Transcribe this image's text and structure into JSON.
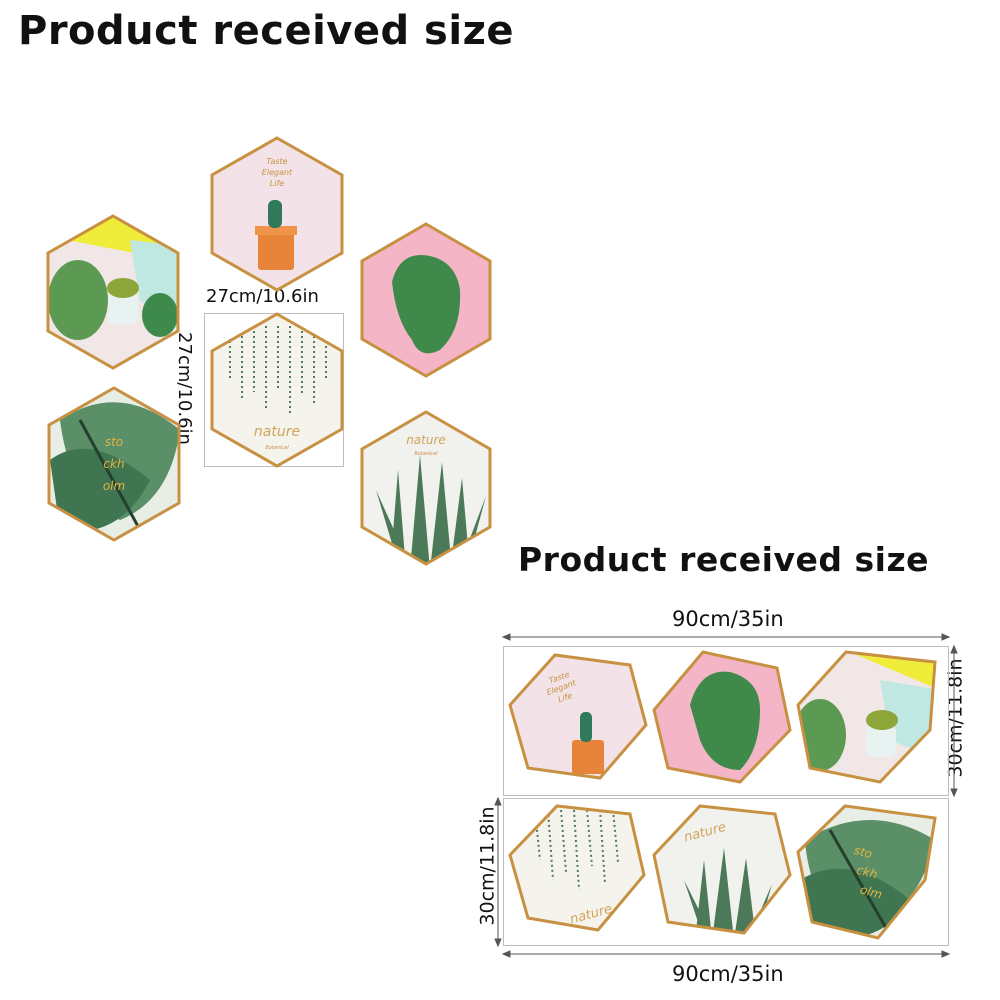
{
  "titles": {
    "top": "Product received size",
    "bottom": "Product received size"
  },
  "single_panel": {
    "width_label": "27cm/10.6in",
    "height_label": "27cm/10.6in"
  },
  "set": {
    "width_label_top": "90cm/35in",
    "width_label_bottom": "90cm/35in",
    "height_label_right": "30cm/11.8in",
    "height_label_left": "30cm/11.8in"
  },
  "panel_texts": {
    "taste_line1": "Taste",
    "taste_line2": "Elegant",
    "taste_line3": "Life",
    "nature": "nature",
    "botanical": "Botanical",
    "stockholm_1": "sto",
    "stockholm_2": "ckh",
    "stockholm_3": "olm"
  },
  "colors": {
    "frame_gold": "#c89142",
    "pink": "#f4b6c6",
    "light_pink": "#f5e6ea",
    "cream": "#f4f3ec",
    "leaf_green": "#3f8a4a",
    "dark_leaf": "#2f6b45",
    "yellow": "#f0ec3a",
    "mint": "#bfe8e2"
  }
}
